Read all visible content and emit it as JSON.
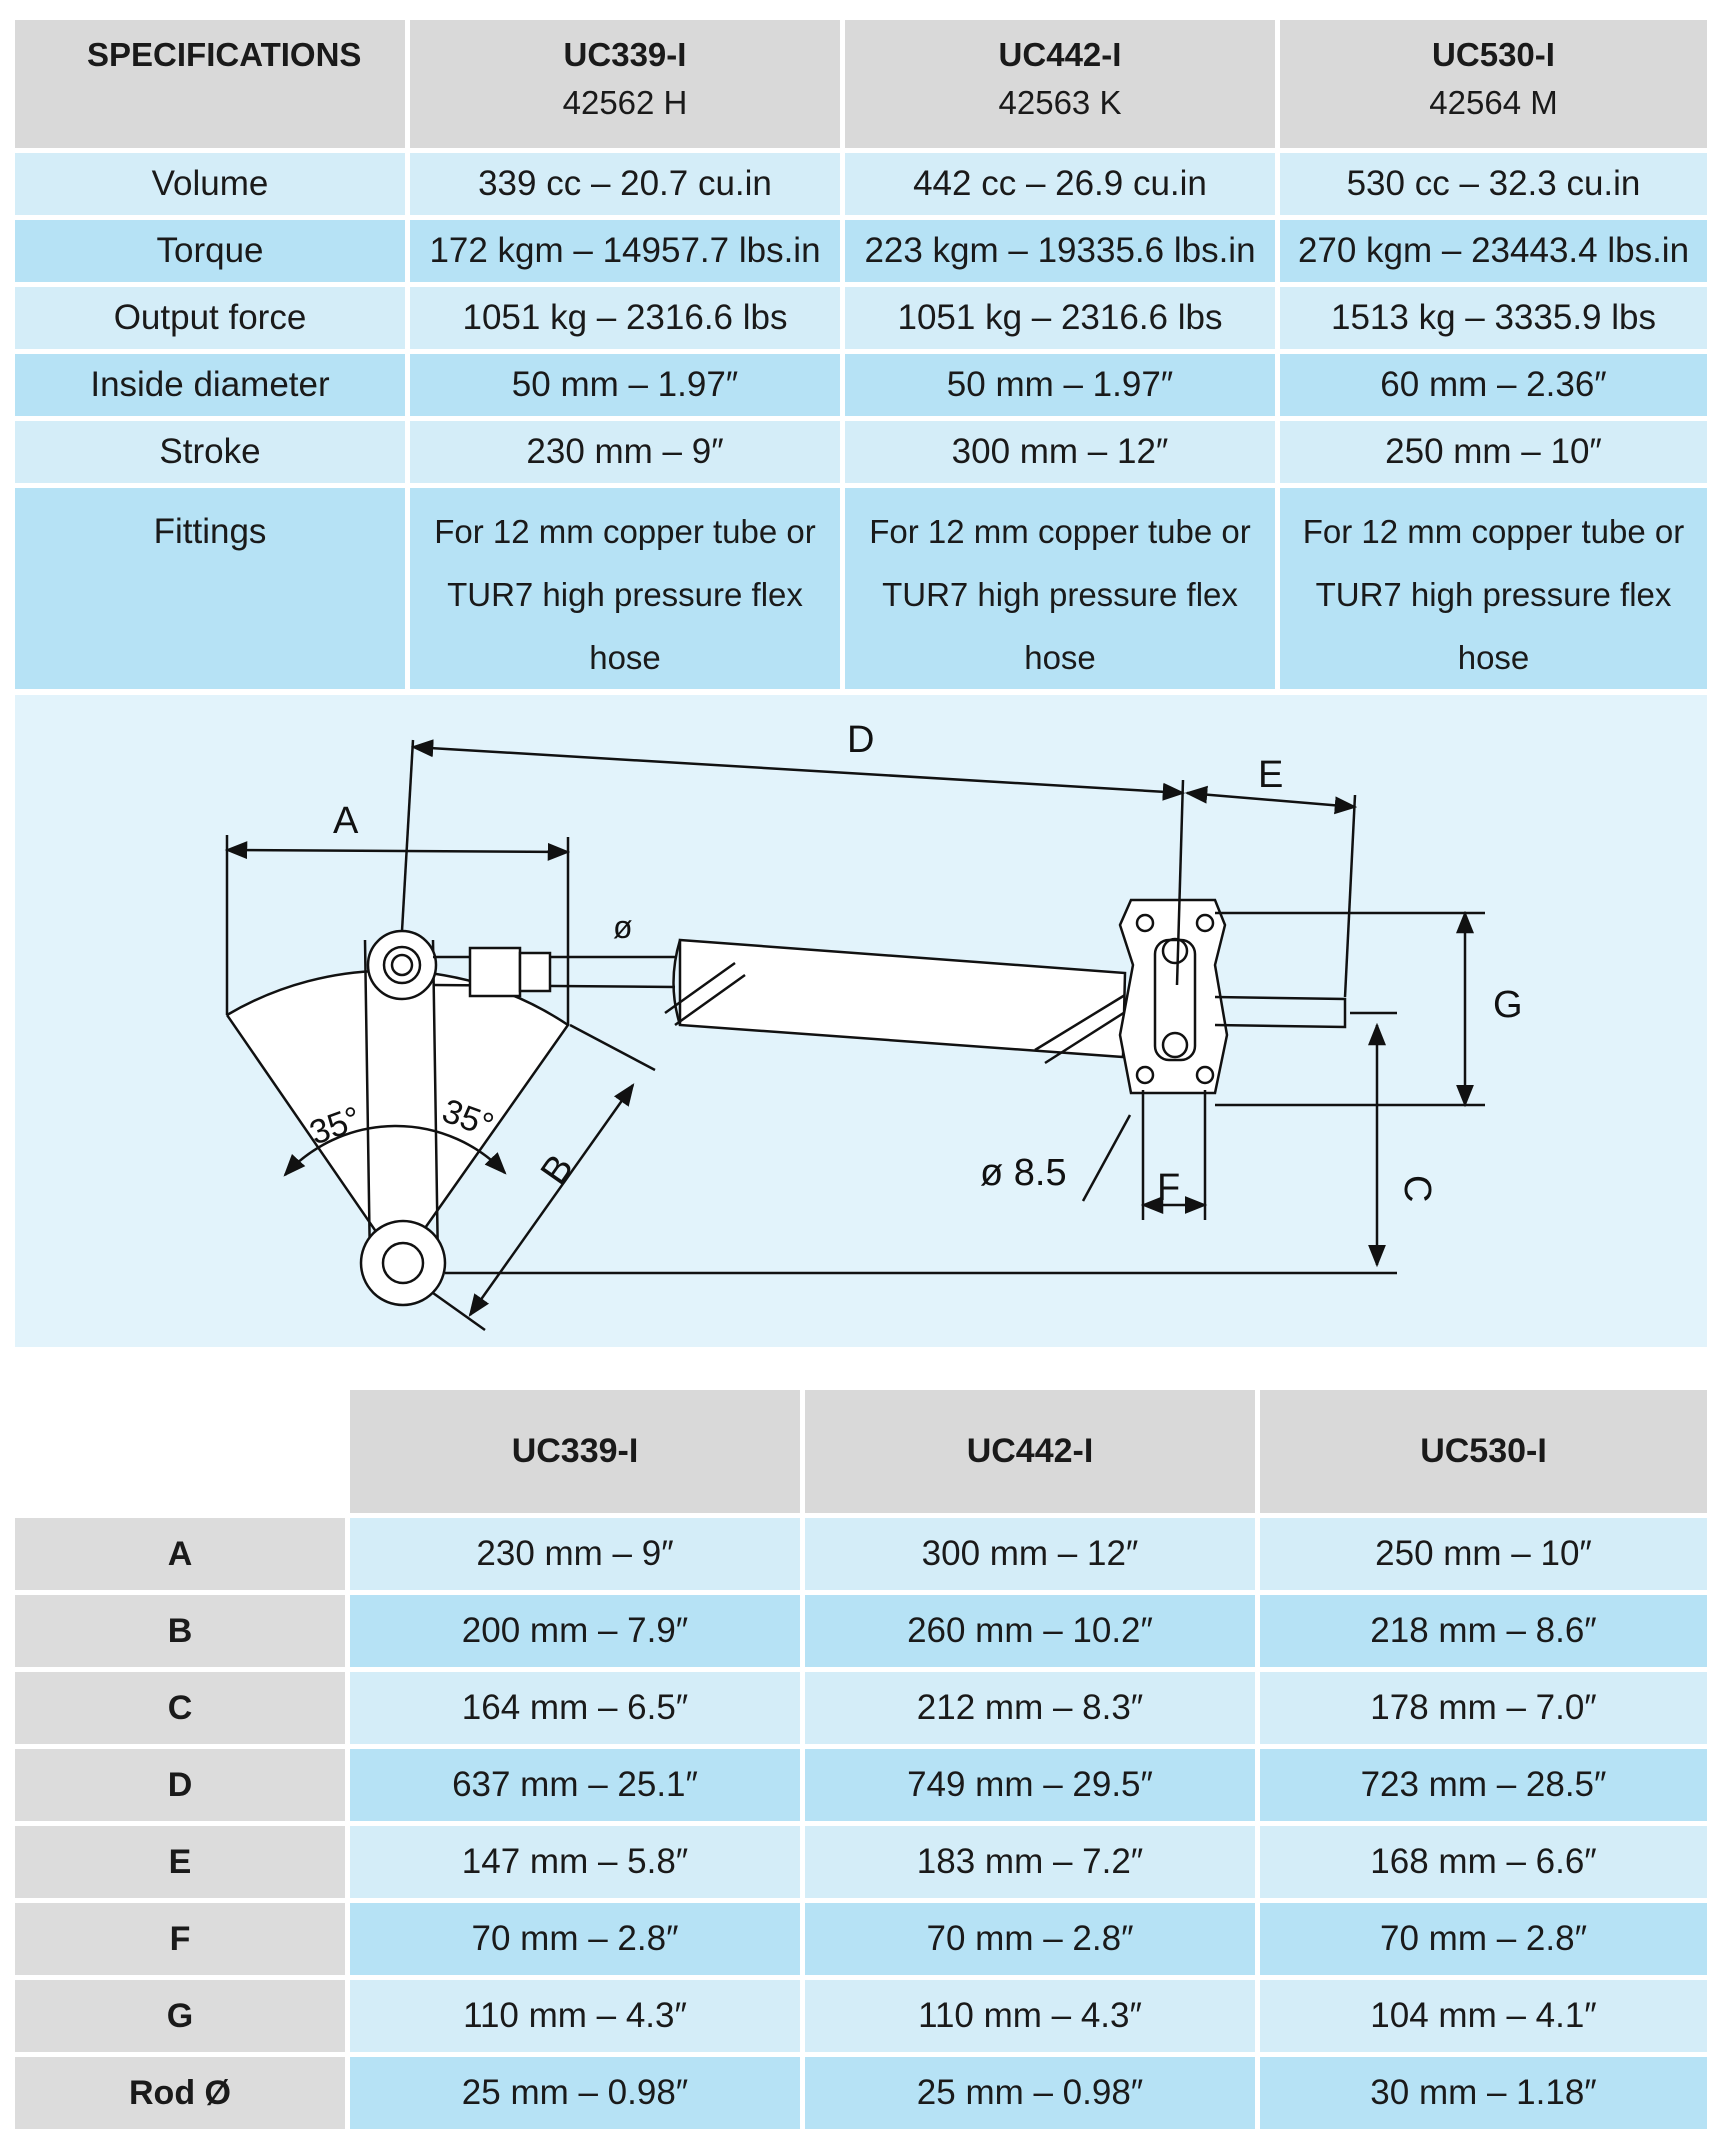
{
  "specs": {
    "header_label": "SPECIFICATIONS",
    "models": [
      {
        "name": "UC339-I",
        "code": "42562 H"
      },
      {
        "name": "UC442-I",
        "code": "42563 K"
      },
      {
        "name": "UC530-I",
        "code": "42564 M"
      }
    ],
    "rows": [
      {
        "label": "Volume",
        "values": [
          "339 cc – 20.7 cu.in",
          "442 cc – 26.9 cu.in",
          "530 cc – 32.3 cu.in"
        ]
      },
      {
        "label": "Torque",
        "values": [
          "172 kgm – 14957.7 lbs.in",
          "223 kgm – 19335.6 lbs.in",
          "270 kgm – 23443.4 lbs.in"
        ]
      },
      {
        "label": "Output force",
        "values": [
          "1051 kg – 2316.6 lbs",
          "1051 kg – 2316.6 lbs",
          "1513 kg – 3335.9 lbs"
        ]
      },
      {
        "label": "Inside diameter",
        "values": [
          "50 mm – 1.97″",
          "50 mm – 1.97″",
          "60 mm – 2.36″"
        ]
      },
      {
        "label": "Stroke",
        "values": [
          "230 mm – 9″",
          "300 mm – 12″",
          "250 mm – 10″"
        ]
      }
    ],
    "fittings": {
      "label": "Fittings",
      "line1": "For 12 mm copper tube or",
      "line2": "TUR7 high pressure flex hose"
    }
  },
  "diagram": {
    "labels": {
      "A": "A",
      "B": "B",
      "C": "C",
      "D": "D",
      "E": "E",
      "F": "F",
      "G": "G",
      "dia": "ø",
      "hole": "ø 8.5",
      "angle_left": "35°",
      "angle_right": "35°"
    }
  },
  "dims": {
    "models": [
      "UC339-I",
      "UC442-I",
      "UC530-I"
    ],
    "rows": [
      {
        "label": "A",
        "values": [
          "230 mm – 9″",
          "300 mm – 12″",
          "250 mm – 10″"
        ]
      },
      {
        "label": "B",
        "values": [
          "200 mm – 7.9″",
          "260 mm – 10.2″",
          "218 mm – 8.6″"
        ]
      },
      {
        "label": "C",
        "values": [
          "164 mm – 6.5″",
          "212 mm – 8.3″",
          "178 mm – 7.0″"
        ]
      },
      {
        "label": "D",
        "values": [
          "637 mm – 25.1″",
          "749 mm – 29.5″",
          "723 mm – 28.5″"
        ]
      },
      {
        "label": "E",
        "values": [
          "147 mm – 5.8″",
          "183 mm – 7.2″",
          "168 mm – 6.6″"
        ]
      },
      {
        "label": "F",
        "values": [
          "70 mm – 2.8″",
          "70 mm – 2.8″",
          "70 mm – 2.8″"
        ]
      },
      {
        "label": "G",
        "values": [
          "110 mm – 4.3″",
          "110 mm – 4.3″",
          "104 mm – 4.1″"
        ]
      },
      {
        "label": "Rod Ø",
        "values": [
          "25 mm – 0.98″",
          "25 mm – 0.98″",
          "30 mm – 1.18″"
        ]
      }
    ]
  }
}
